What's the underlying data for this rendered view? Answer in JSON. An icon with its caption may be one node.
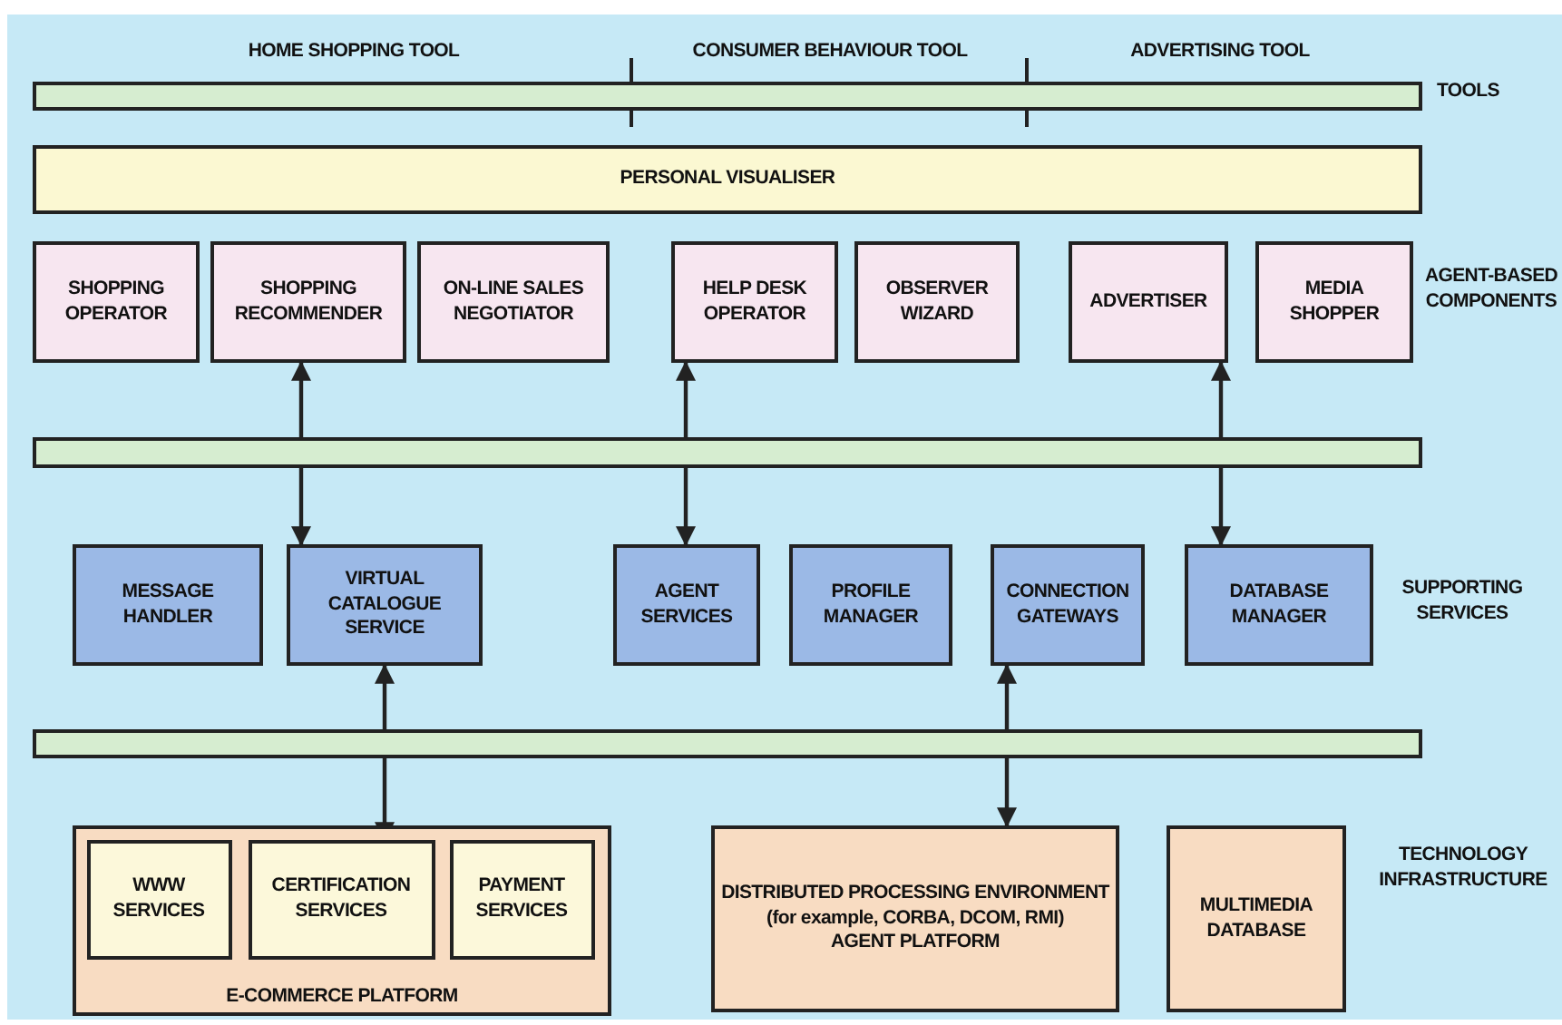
{
  "diagram": {
    "nodes": [
      {
        "text": [],
        "shape": "bar"
      },
      {
        "text": [
          "PERSONAL VISUALISER"
        ]
      },
      {
        "text": [
          "SHOPPING OPERATOR"
        ]
      },
      {
        "text": [
          "SHOPPING RECOMMENDER"
        ]
      },
      {
        "text": [
          "ON-LINE SALES NEGOTIATOR"
        ]
      },
      {
        "text": [
          "HELP DESK OPERATOR"
        ]
      },
      {
        "text": [
          "OBSERVER WIZARD"
        ]
      },
      {
        "text": [
          "ADVERTISER"
        ]
      },
      {
        "text": [
          "MEDIA SHOPPER"
        ]
      },
      {
        "text": [],
        "shape": "bar"
      },
      {
        "text": [
          "MESSAGE HANDLER"
        ]
      },
      {
        "text": [
          "VIRTUAL CATALOGUE SERVICE"
        ]
      },
      {
        "text": [
          "AGENT SERVICES"
        ]
      },
      {
        "text": [
          "PROFILE MANAGER"
        ]
      },
      {
        "text": [
          "CONNECTION GATEWAYS"
        ]
      },
      {
        "text": [
          "DATABASE MANAGER"
        ]
      },
      {
        "text": [],
        "shape": "bar"
      },
      {
        "text": [
          "E-COMMERCE PLATFORM"
        ]
      },
      {
        "text": [
          "WWW SERVICES"
        ],
        "in": 17
      },
      {
        "text": [
          "CERTIFICATION SERVICES"
        ],
        "in": 17
      },
      {
        "text": [
          "PAYMENT SERVICES"
        ],
        "in": 17
      },
      {
        "text": [
          "DISTRIBUTED PROCESSING ENVIRONMENT",
          "(for example, CORBA, DCOM, RMI)",
          "AGENT PLATFORM"
        ]
      },
      {
        "text": [
          "MULTIMEDIA DATABASE"
        ]
      }
    ],
    "edges": [
      {
        "from": 9,
        "to": 3,
        "arrow": "to"
      },
      {
        "from": 9,
        "to": 11,
        "arrow": "to"
      },
      {
        "from": 9,
        "to": 5,
        "arrow": "to"
      },
      {
        "from": 9,
        "to": 12,
        "arrow": "to"
      },
      {
        "from": 9,
        "to": 7,
        "arrow": "to"
      },
      {
        "from": 9,
        "to": 15,
        "arrow": "to"
      },
      {
        "from": 16,
        "to": 11,
        "arrow": "to"
      },
      {
        "from": 16,
        "to": 19,
        "arrow": "to"
      },
      {
        "from": 16,
        "to": 14,
        "arrow": "to"
      },
      {
        "from": 16,
        "to": 21,
        "arrow": "to"
      }
    ],
    "labels": [
      "HOME SHOPPING TOOL",
      "CONSUMER BEHAVIOUR TOOL",
      "ADVERTISING TOOL",
      "TOOLS",
      "AGENT-BASED COMPONENTS",
      "SUPPORTING SERVICES",
      "TECHNOLOGY INFRASTRUCTURE"
    ]
  }
}
